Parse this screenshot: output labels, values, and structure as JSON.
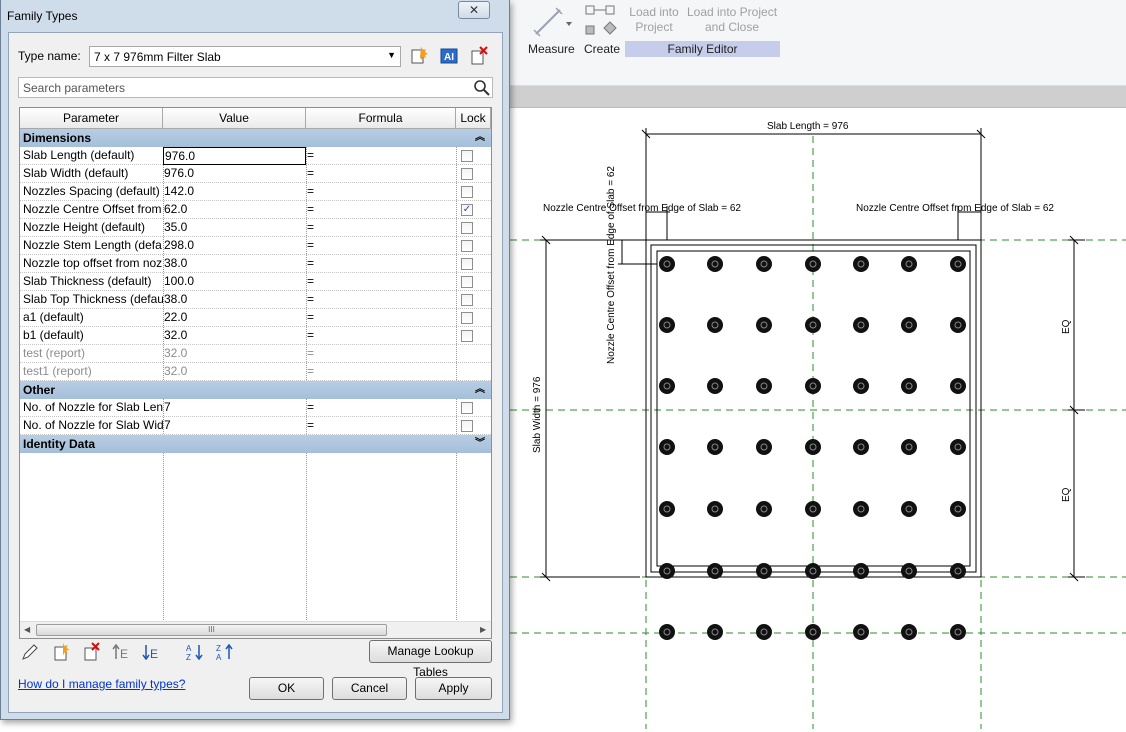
{
  "window": {
    "title": "Family Types",
    "close_glyph": "✕"
  },
  "type_name": {
    "label": "Type name:",
    "value": "7 x 7 976mm Filter Slab"
  },
  "search": {
    "placeholder": "Search parameters"
  },
  "grid": {
    "headers": [
      "Parameter",
      "Value",
      "Formula",
      "Lock"
    ],
    "groups": [
      {
        "name": "Dimensions",
        "rows": [
          {
            "name": "Slab Length (default)",
            "value": "976.0",
            "formula": "=",
            "locked": false
          },
          {
            "name": "Slab Width (default)",
            "value": "976.0",
            "formula": "=",
            "locked": false
          },
          {
            "name": "Nozzles Spacing (default)",
            "value": "142.0",
            "formula": "=",
            "locked": false
          },
          {
            "name": "Nozzle Centre Offset from",
            "value": "62.0",
            "formula": "=",
            "locked": true
          },
          {
            "name": "Nozzle Height (default)",
            "value": "35.0",
            "formula": "=",
            "locked": false
          },
          {
            "name": "Nozzle Stem Length (defa",
            "value": "298.0",
            "formula": "=",
            "locked": false
          },
          {
            "name": "Nozzle top offset from noz",
            "value": "38.0",
            "formula": "=",
            "locked": false
          },
          {
            "name": "Slab Thickness (default)",
            "value": "100.0",
            "formula": "=",
            "locked": false
          },
          {
            "name": "Slab Top Thickness (defau",
            "value": "38.0",
            "formula": "=",
            "locked": false
          },
          {
            "name": "a1 (default)",
            "value": "22.0",
            "formula": "=",
            "locked": false
          },
          {
            "name": "b1 (default)",
            "value": "32.0",
            "formula": "=",
            "locked": false
          },
          {
            "name": "test (report)",
            "value": "32.0",
            "formula": "=",
            "locked": null
          },
          {
            "name": "test1 (report)",
            "value": "32.0",
            "formula": "=",
            "locked": null
          }
        ]
      },
      {
        "name": "Other",
        "rows": [
          {
            "name": "No. of Nozzle for Slab Len",
            "value": "7",
            "formula": "=",
            "locked": false
          },
          {
            "name": "No. of Nozzle for Slab Wid",
            "value": "7",
            "formula": "=",
            "locked": false
          }
        ]
      },
      {
        "name": "Identity Data",
        "rows": []
      }
    ],
    "scroll_glyph": "III"
  },
  "buttons": {
    "manage_lookup": "Manage Lookup Tables",
    "ok": "OK",
    "cancel": "Cancel",
    "apply": "Apply"
  },
  "help_link": "How do I manage family types?",
  "ribbon": {
    "measure": "Measure",
    "create": "Create",
    "load_into_project": "Load into Project",
    "load_into_project_close": "Load into Project and Close",
    "panel": "Family Editor"
  },
  "drawing": {
    "slab_length": "Slab Length = 976",
    "slab_width": "Slab Width = 976",
    "nozzle_offset_left": "Nozzle Centre Offset from Edge of Slab = 62",
    "nozzle_offset_right": "Nozzle Centre Offset from Edge of Slab = 62",
    "nozzle_offset_vertical": "Nozzle Centre Offset from Edge of Slab = 62",
    "eq": "EQ",
    "nozzle_columns": 7,
    "nozzle_rows": 7
  },
  "colors": {
    "dialog_frame": "#cfdcea",
    "group_header": "#aec5de",
    "reference_plane": "#2e8b2e",
    "link": "#0033cc"
  }
}
